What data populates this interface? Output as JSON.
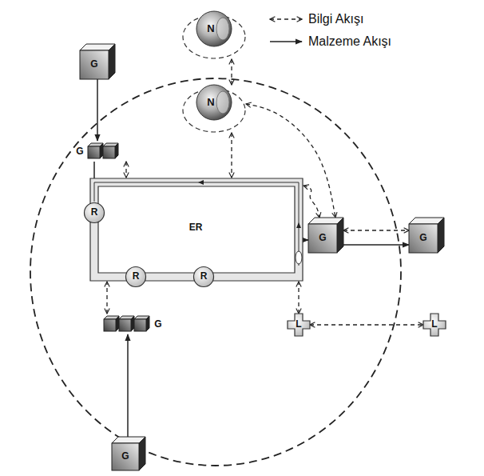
{
  "diagram": {
    "nodes": [
      {
        "text": [
          "N"
        ]
      },
      {
        "text": [
          "G"
        ]
      },
      {
        "text": [
          "N"
        ]
      },
      {
        "text": [
          "G"
        ]
      },
      {
        "text": [
          "ER"
        ]
      },
      {
        "text": [
          "R"
        ]
      },
      {
        "text": [
          "G"
        ]
      },
      {
        "text": [
          "G"
        ]
      },
      {
        "text": [
          "R"
        ]
      },
      {
        "text": [
          "R"
        ]
      },
      {
        "text": [
          "L"
        ]
      },
      {
        "text": [
          "L"
        ]
      },
      {
        "text": [
          "G"
        ]
      },
      {
        "text": [
          "G"
        ]
      }
    ],
    "edges": [
      {
        "from": 2,
        "to": 0,
        "arrow": "both"
      },
      {
        "from": 1,
        "to": 3,
        "arrow": "to"
      },
      {
        "from": 3,
        "to": 5,
        "arrow": "to"
      },
      {
        "from": 3,
        "to": 4,
        "arrow": "both"
      },
      {
        "from": 5,
        "to": 8,
        "arrow": "to"
      },
      {
        "from": 8,
        "to": 9,
        "arrow": "to"
      },
      {
        "from": 9,
        "to": 6,
        "arrow": "to"
      },
      {
        "from": 6,
        "to": 7,
        "arrow": "both"
      },
      {
        "from": 6,
        "to": 7,
        "arrow": "to"
      },
      {
        "from": 10,
        "to": 4,
        "arrow": "both"
      },
      {
        "from": 10,
        "to": 11,
        "arrow": "both"
      },
      {
        "from": 12,
        "to": 4,
        "arrow": "both"
      },
      {
        "from": 13,
        "to": 12,
        "arrow": "to"
      },
      {
        "from": 2,
        "to": 4,
        "arrow": "both"
      },
      {
        "from": 2,
        "to": 6,
        "arrow": "both"
      },
      {
        "from": 4,
        "to": 6,
        "arrow": "both"
      }
    ],
    "legend": [
      {
        "text": "Bilgi Akışı"
      },
      {
        "text": "Malzeme Akışı"
      }
    ]
  }
}
